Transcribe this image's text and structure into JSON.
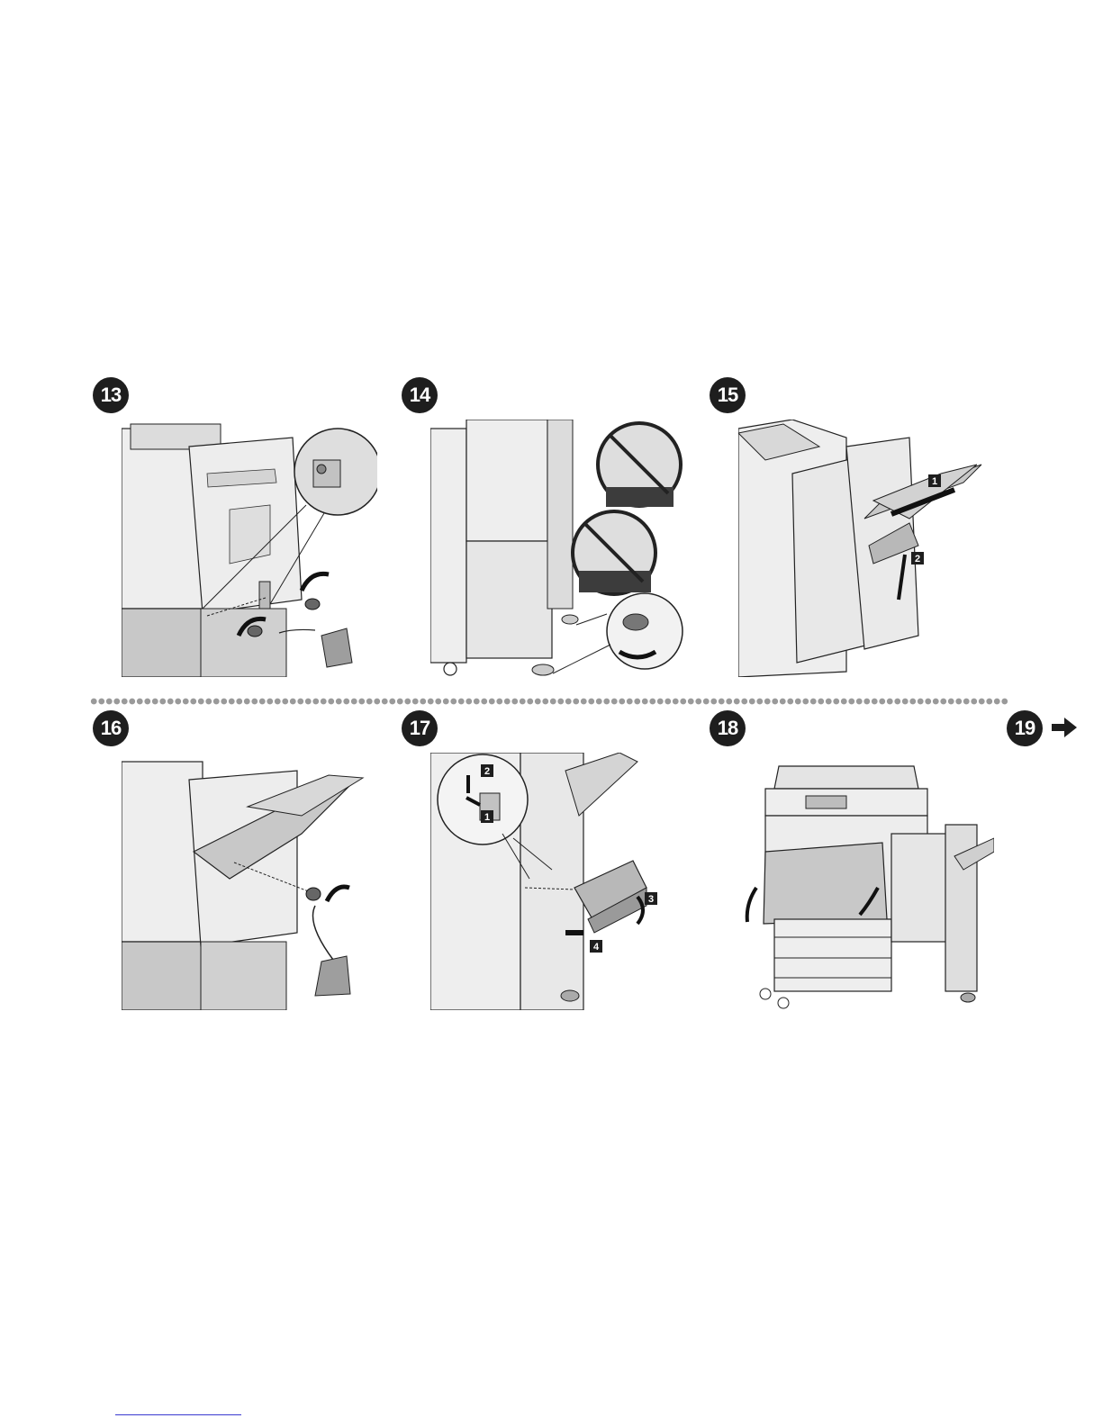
{
  "steps": [
    {
      "number": "13"
    },
    {
      "number": "14"
    },
    {
      "number": "15"
    },
    {
      "number": "16"
    },
    {
      "number": "17"
    },
    {
      "number": "18"
    },
    {
      "number": "19"
    }
  ],
  "callouts": {
    "s15_1": "1",
    "s15_2": "2",
    "s17_1": "1",
    "s17_2": "2",
    "s17_3": "3",
    "s17_4": "4"
  },
  "colors": {
    "badge": "#1e1e1e",
    "machine_fill": "#eeeeee",
    "machine_shade": "#c8c8c8",
    "dark_fill": "#3c3c3c",
    "divider_dot": "#9a9a9a"
  },
  "icons": {
    "next": "arrow-right-icon",
    "prohibit": "prohibited-icon",
    "rotate": "curved-arrow-icon"
  }
}
